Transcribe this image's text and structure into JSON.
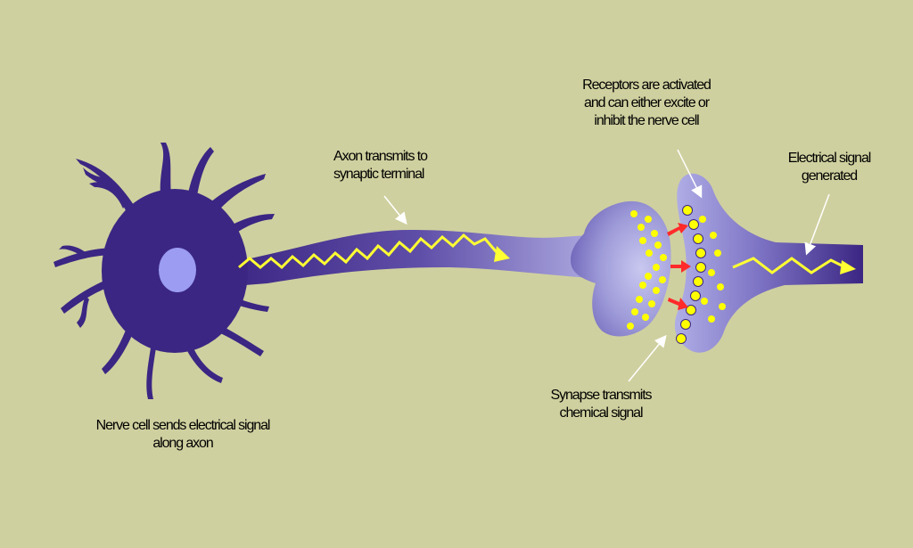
{
  "colors": {
    "background": "#cfd09f",
    "neuron": "#3b2683",
    "neuron_light": "#a9a7e0",
    "nucleus": "#9b9cf2",
    "signal": "#ffff33",
    "vesicle": "#ffff00",
    "receptor_arrow": "#ff2a2a",
    "pointer": "#ffffff"
  },
  "labels": {
    "nerve_cell": [
      "Nerve cell sends electrical signal",
      "along axon"
    ],
    "axon": [
      "Axon transmits to",
      "synaptic terminal"
    ],
    "receptors": [
      "Receptors are activated",
      "and can either excite or",
      "inhibit the nerve cell"
    ],
    "electrical": [
      "Electrical signal",
      "generated"
    ],
    "synapse": [
      "Synapse transmits",
      "chemical signal"
    ]
  }
}
